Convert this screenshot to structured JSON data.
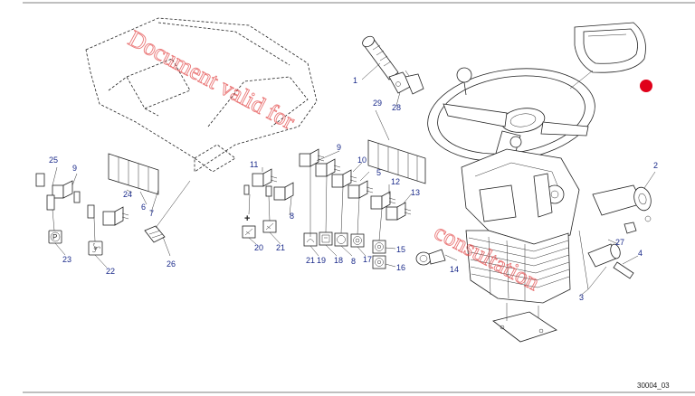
{
  "figure_ref": "30004_03",
  "watermark": {
    "line1": "Document valid for",
    "line2": "consultation"
  },
  "callouts": [
    "1",
    "2",
    "3",
    "4",
    "5",
    "6",
    "7",
    "8",
    "9",
    "10",
    "11",
    "12",
    "13",
    "14",
    "15",
    "16",
    "17",
    "18",
    "19",
    "20",
    "21",
    "22",
    "23",
    "24",
    "25",
    "26",
    "27",
    "28",
    "29"
  ],
  "symbol_p": "P",
  "symbol_plus": "+",
  "marker_color": "#e0001a"
}
